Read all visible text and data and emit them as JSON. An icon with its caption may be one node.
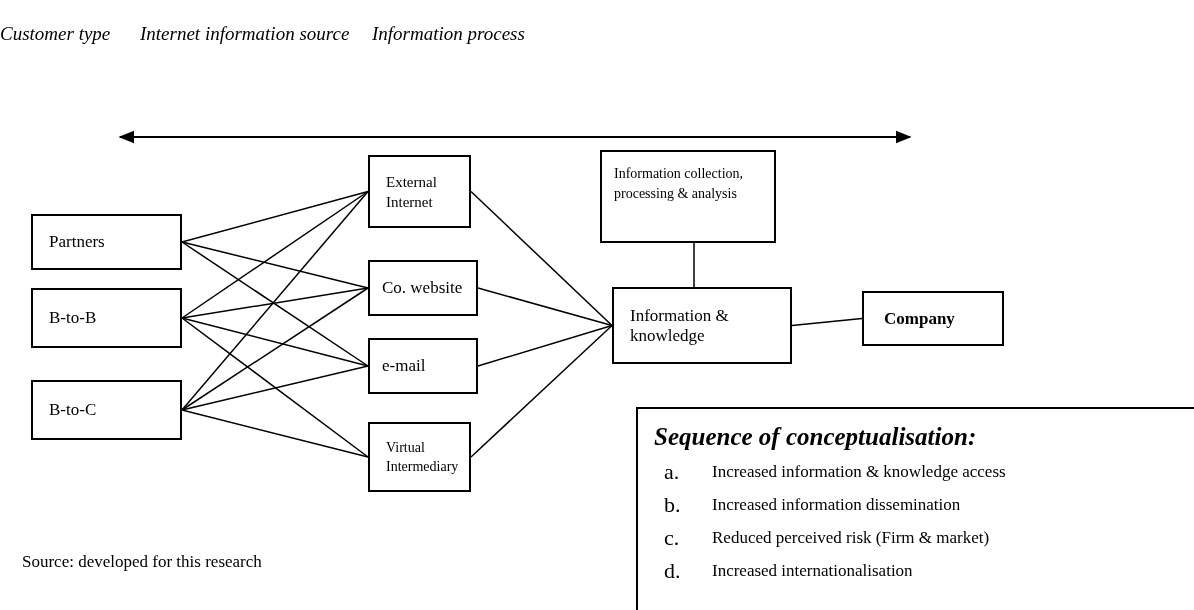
{
  "diagram": {
    "nodes": [
      {
        "text": [
          "Partners"
        ]
      },
      {
        "text": [
          "B-to-B"
        ]
      },
      {
        "text": [
          "B-to-C"
        ]
      },
      {
        "text": [
          "External Internet"
        ]
      },
      {
        "text": [
          "Co. website"
        ]
      },
      {
        "text": [
          "e-mail"
        ]
      },
      {
        "text": [
          "Virtual Intermediary"
        ]
      },
      {
        "text": [
          "Information collection, processing & analysis"
        ]
      },
      {
        "text": [
          "Information & knowledge"
        ]
      },
      {
        "text": [
          "Company"
        ]
      },
      {
        "text": [
          "Sequence of conceptualisation:",
          "a.",
          "Increased information & knowledge access",
          "b.",
          "Increased information dissemination",
          "c.",
          "Reduced perceived risk (Firm & market)",
          "d.",
          "Increased internationalisation"
        ]
      }
    ],
    "edges": [
      {
        "from": 0,
        "to": 3,
        "arrow": "none"
      },
      {
        "from": 0,
        "to": 4,
        "arrow": "none"
      },
      {
        "from": 0,
        "to": 5,
        "arrow": "none"
      },
      {
        "from": 1,
        "to": 3,
        "arrow": "none"
      },
      {
        "from": 1,
        "to": 4,
        "arrow": "none"
      },
      {
        "from": 1,
        "to": 5,
        "arrow": "none"
      },
      {
        "from": 1,
        "to": 6,
        "arrow": "none"
      },
      {
        "from": 2,
        "to": 3,
        "arrow": "none"
      },
      {
        "from": 2,
        "to": 4,
        "arrow": "none"
      },
      {
        "from": 2,
        "to": 5,
        "arrow": "none"
      },
      {
        "from": 2,
        "to": 6,
        "arrow": "none"
      },
      {
        "from": 3,
        "to": 8,
        "arrow": "none"
      },
      {
        "from": 4,
        "to": 8,
        "arrow": "none"
      },
      {
        "from": 5,
        "to": 8,
        "arrow": "none"
      },
      {
        "from": 6,
        "to": 8,
        "arrow": "none"
      },
      {
        "from": 7,
        "to": 8,
        "arrow": "none"
      },
      {
        "from": 8,
        "to": 9,
        "arrow": "none"
      }
    ],
    "labels": [
      "Customer type",
      "Internet information source",
      "Information process",
      "Source: developed for this research"
    ]
  }
}
